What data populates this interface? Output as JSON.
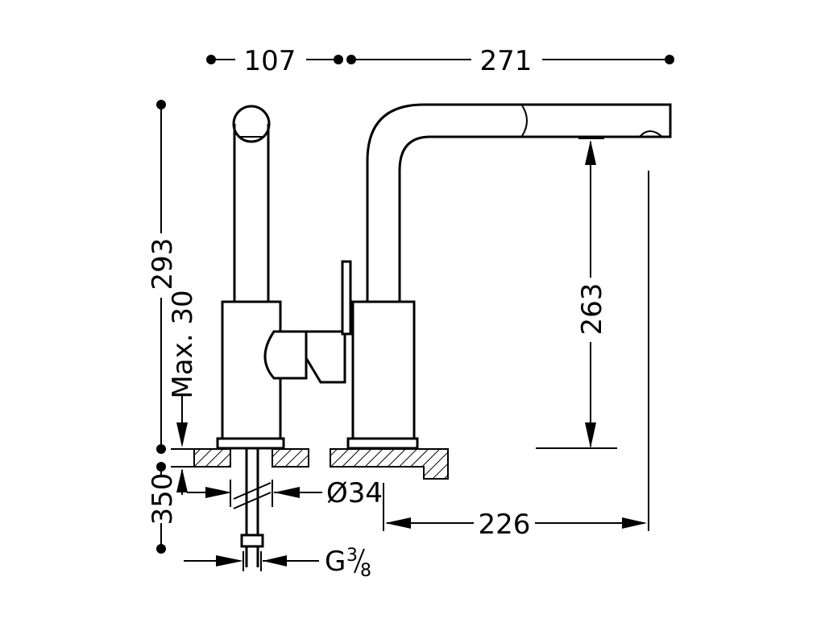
{
  "dimensions": {
    "base_width": "107",
    "spout_reach": "271",
    "total_height": "293",
    "max_deck": "Max. 30",
    "spout_height": "263",
    "pipe_length": "350",
    "hole_diameter": "Ø34",
    "thread": "G",
    "thread_num": "3",
    "thread_den": "8",
    "outlet_offset": "226"
  },
  "colors": {
    "line": "#000000",
    "background": "#ffffff"
  }
}
